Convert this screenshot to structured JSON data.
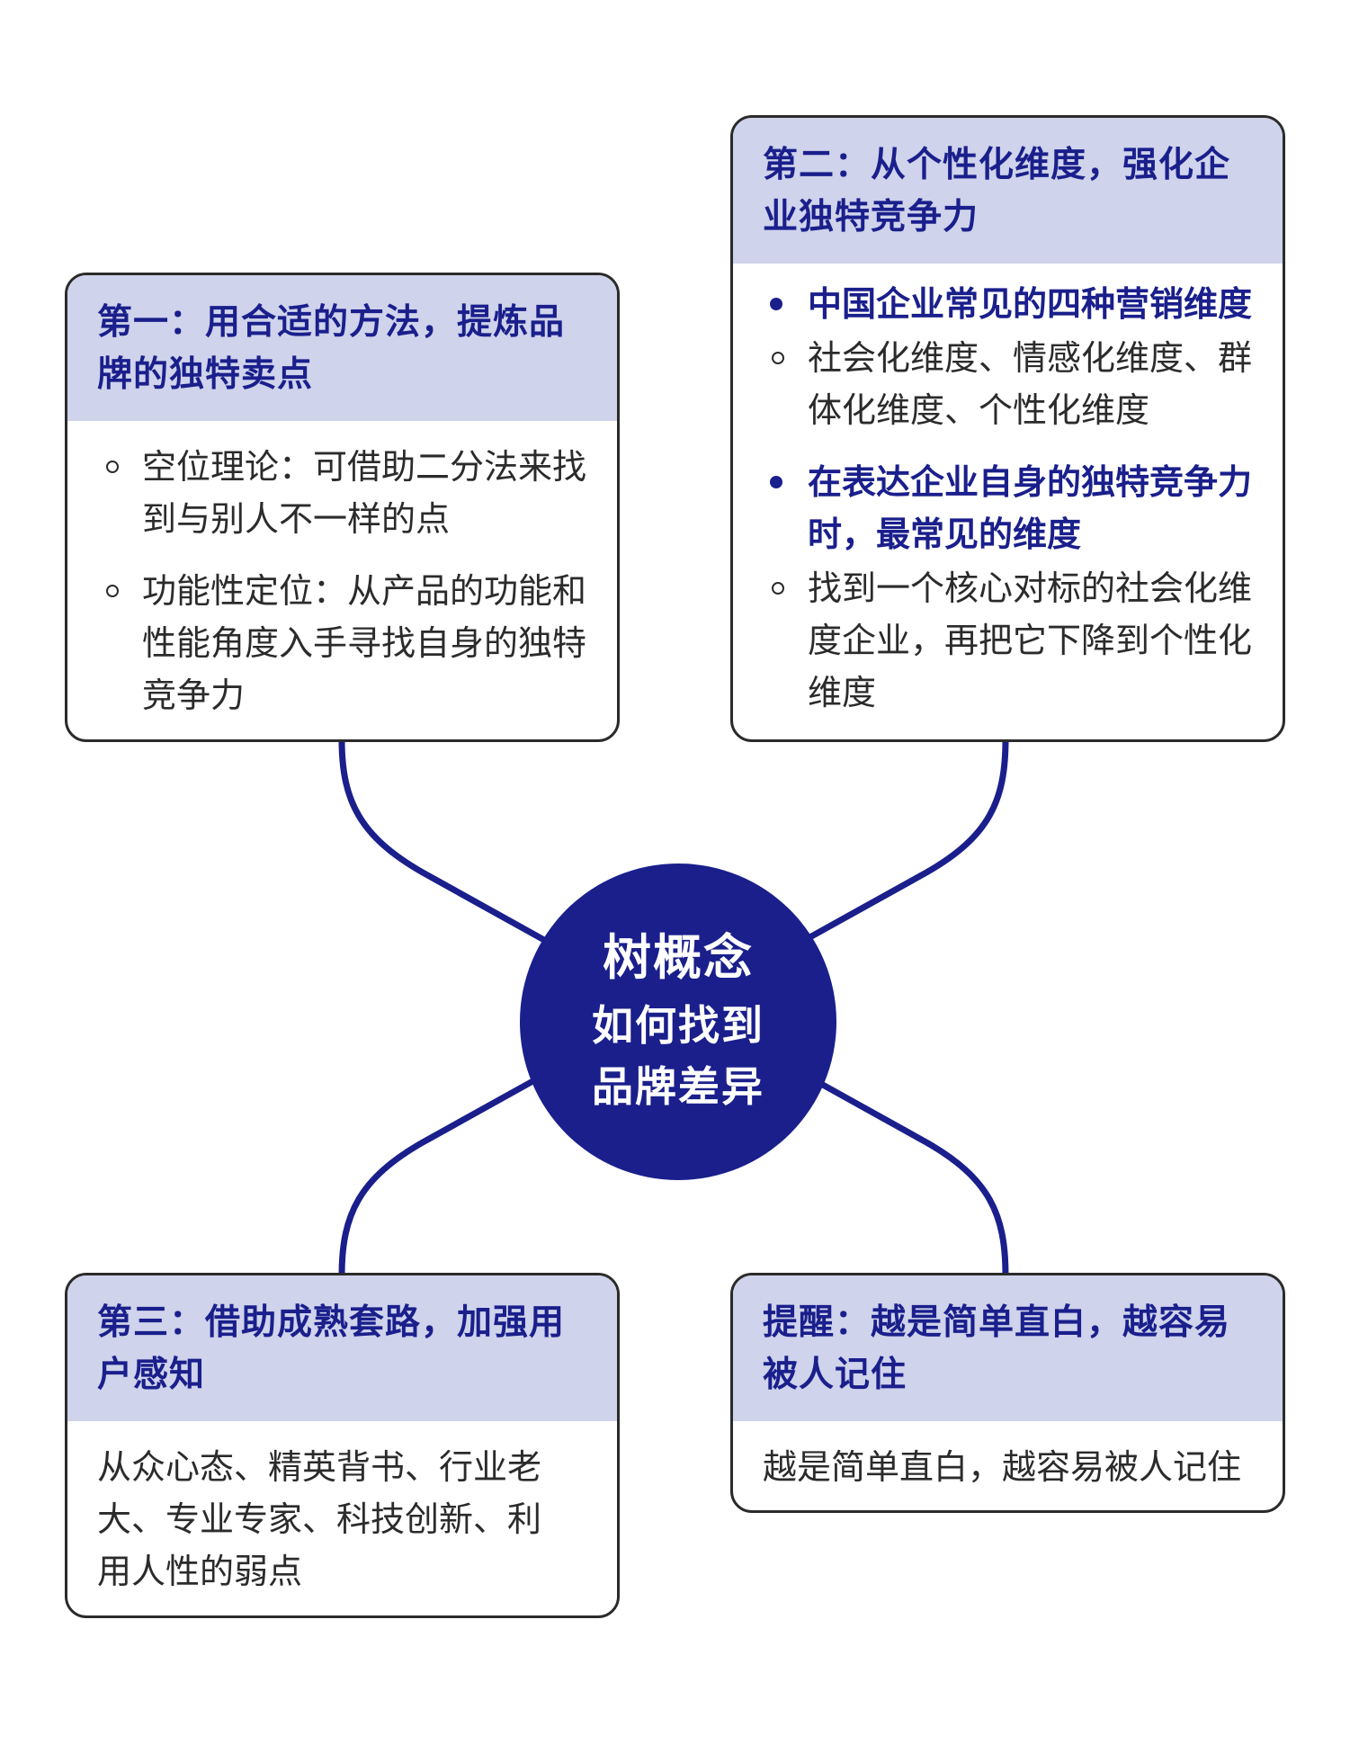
{
  "center": {
    "line1": "树概念",
    "line2": "如何找到品牌差异"
  },
  "cards": {
    "first": {
      "title": "第一：用合适的方法，提炼品牌的独特卖点",
      "items": [
        "空位理论：可借助二分法来找到与别人不一样的点",
        "功能性定位：从产品的功能和性能角度入手寻找自身的独特竞争力"
      ]
    },
    "second": {
      "title": "第二：从个性化维度，强化企业独特竞争力",
      "groups": [
        {
          "heading": "中国企业常见的四种营销维度",
          "detail": "社会化维度、情感化维度、群体化维度、个性化维度"
        },
        {
          "heading": "在表达企业自身的独特竞争力时，最常见的维度",
          "detail": "找到一个核心对标的社会化维度企业，再把它下降到个性化维度"
        }
      ]
    },
    "third": {
      "title": "第三：借助成熟套路，加强用户感知",
      "body": "从众心态、精英背书、行业老大、专业专家、科技创新、利用人性的弱点"
    },
    "reminder": {
      "title": "提醒：越是简单直白，越容易被人记住",
      "body": "越是简单直白，越容易被人记住"
    }
  },
  "colors": {
    "primary": "#1a1f8c",
    "header_bg": "#cfd3eb",
    "border": "#2b2b2b",
    "text": "#2b2b2b"
  }
}
